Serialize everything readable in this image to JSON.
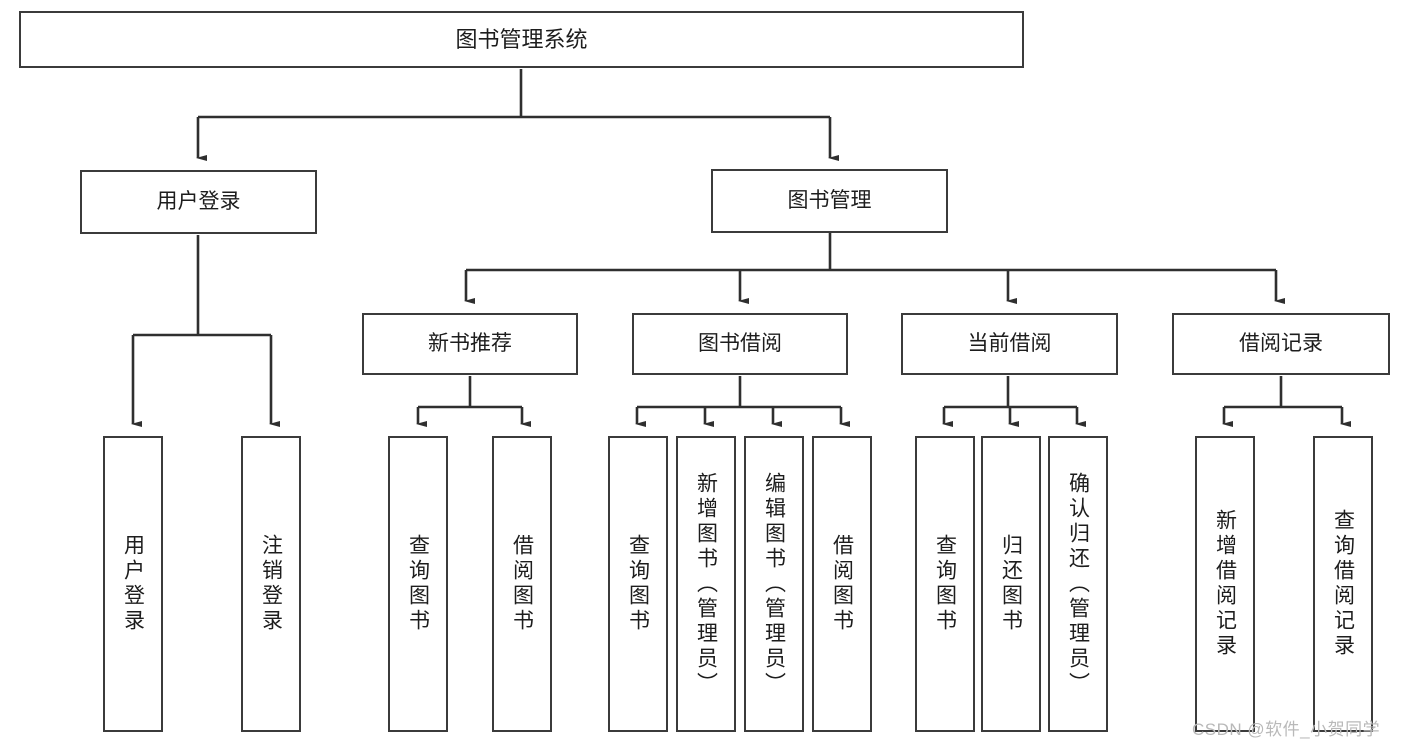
{
  "diagram": {
    "type": "tree",
    "title": "图书管理系统",
    "orientation": "top-down",
    "colors": {
      "box_border": "#3b3b3b",
      "box_fill": "#ffffff",
      "connector": "#2f2f2f",
      "text": "#1d1d1d",
      "watermark": "#b9b9b9",
      "background": "#ffffff"
    }
  },
  "nodes": {
    "root": {
      "label": "图书管理系统"
    },
    "level1": [
      {
        "label": "用户登录"
      },
      {
        "label": "图书管理"
      }
    ],
    "level2": [
      {
        "label": "新书推荐"
      },
      {
        "label": "图书借阅"
      },
      {
        "label": "当前借阅"
      },
      {
        "label": "借阅记录"
      }
    ],
    "leaves_user_login": [
      {
        "label": "用户登录"
      },
      {
        "label": "注销登录"
      }
    ],
    "leaves_new_book": [
      {
        "label": "查询图书"
      },
      {
        "label": "借阅图书"
      }
    ],
    "leaves_book_borrow": [
      {
        "label": "查询图书"
      },
      {
        "label": "新增图书（管理员）"
      },
      {
        "label": "编辑图书（管理员）"
      },
      {
        "label": "借阅图书"
      }
    ],
    "leaves_current_borrow": [
      {
        "label": "查询图书"
      },
      {
        "label": "归还图书"
      },
      {
        "label": "确认归还（管理员）"
      }
    ],
    "leaves_borrow_record": [
      {
        "label": "新增借阅记录"
      },
      {
        "label": "查询借阅记录"
      }
    ]
  },
  "watermark": {
    "text": "CSDN @软件_小贺同学"
  }
}
